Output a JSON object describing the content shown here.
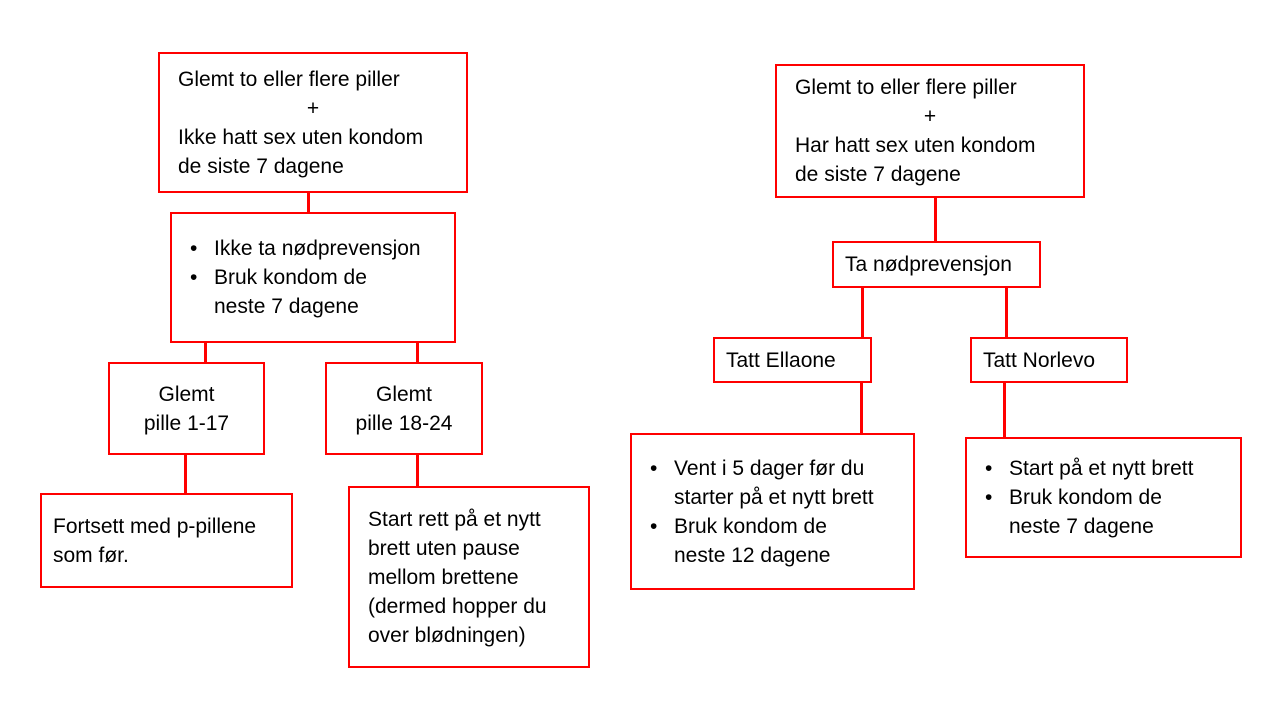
{
  "bullet_char": "•",
  "colors": {
    "line": "#ff0000",
    "text": "#000000",
    "background": "#ffffff"
  },
  "left_flow": {
    "condition": {
      "line1": "Glemt to eller flere piller",
      "operator": "+",
      "line2": "Ikke hatt sex uten kondom\nde siste 7 dagene"
    },
    "advice": {
      "bullets": [
        "Ikke ta nødprevensjon",
        "Bruk kondom de\nneste 7 dagene"
      ]
    },
    "branch_early": "Glemt\npille 1-17",
    "branch_late": "Glemt\npille 18-24",
    "outcome_early": "Fortsett med p-pillene\nsom før.",
    "outcome_late": "Start rett på et nytt\nbrett uten pause\nmellom brettene\n(dermed hopper du\nover blødningen)"
  },
  "right_flow": {
    "condition": {
      "line1": "Glemt to eller flere piller",
      "operator": "+",
      "line2": "Har hatt sex uten kondom\nde siste 7 dagene"
    },
    "action": "Ta nødprevensjon",
    "branch_ellaone": "Tatt Ellaone",
    "branch_norlevo": "Tatt Norlevo",
    "outcome_ellaone": {
      "bullets": [
        "Vent i 5 dager før du\nstarter på et nytt brett",
        "Bruk kondom de\nneste 12 dagene"
      ]
    },
    "outcome_norlevo": {
      "bullets": [
        "Start på et nytt brett",
        "Bruk kondom de\nneste 7 dagene"
      ]
    }
  }
}
